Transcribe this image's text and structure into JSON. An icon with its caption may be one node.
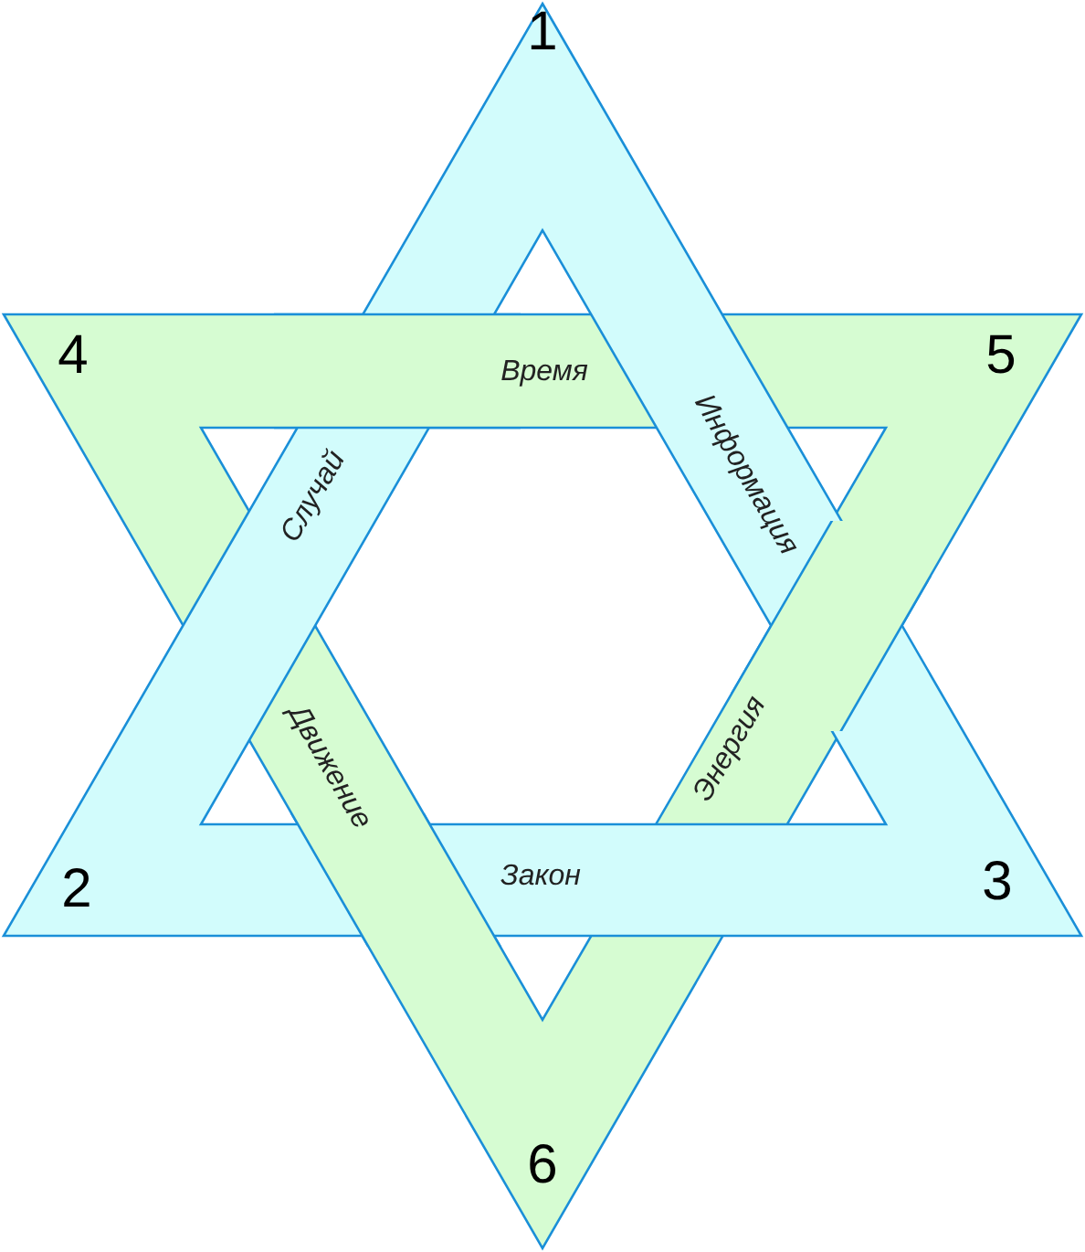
{
  "diagram": {
    "labels": [
      "1",
      "4",
      "Время",
      "5",
      "Информация",
      "Случай",
      "Энергия",
      "Движение",
      "2",
      "Закон",
      "3",
      "6"
    ]
  }
}
